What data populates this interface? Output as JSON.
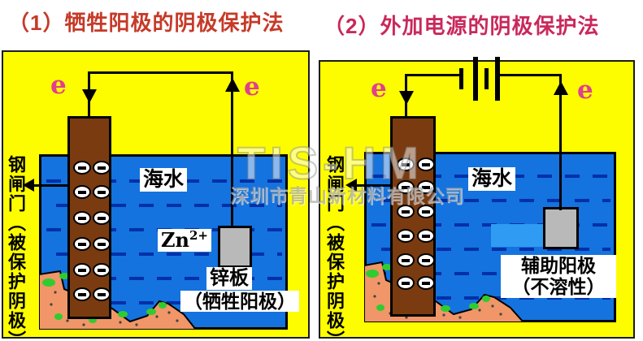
{
  "watermark": {
    "logo": "TIS-HM",
    "company": "深圳市青山新材料有限公司"
  },
  "colors": {
    "panel_bg": "#FDFD00",
    "water": "#1473DE",
    "water_dash": "#0030A8",
    "electrode_brown": "#7A3B10",
    "seabed_salmon": "#F09668",
    "vegetation_green": "#2FCC2F",
    "metal_plate_gray": "#B9B9B9",
    "title1_red": "#C63A28",
    "title2_red": "#C9295B",
    "electron_magenta": "#E0408C"
  },
  "panel1": {
    "title": "（1）牺牲阳极的阴极保护法",
    "gate_label": "钢闸门（被保护阴极）",
    "sea_label": "海水",
    "e_left": "e",
    "e_right": "e",
    "ion_base": "Zn",
    "ion_charge": "2+",
    "anode_name": "锌板",
    "anode_note": "（牺牲阳极）"
  },
  "panel2": {
    "title": "（2）外加电源的阴极保护法",
    "gate_label": "钢闸门（被保护阴极）",
    "sea_label": "海水",
    "e_left": "e",
    "e_right": "e",
    "anode_name": "辅助阳极",
    "anode_note": "（不溶性）"
  }
}
